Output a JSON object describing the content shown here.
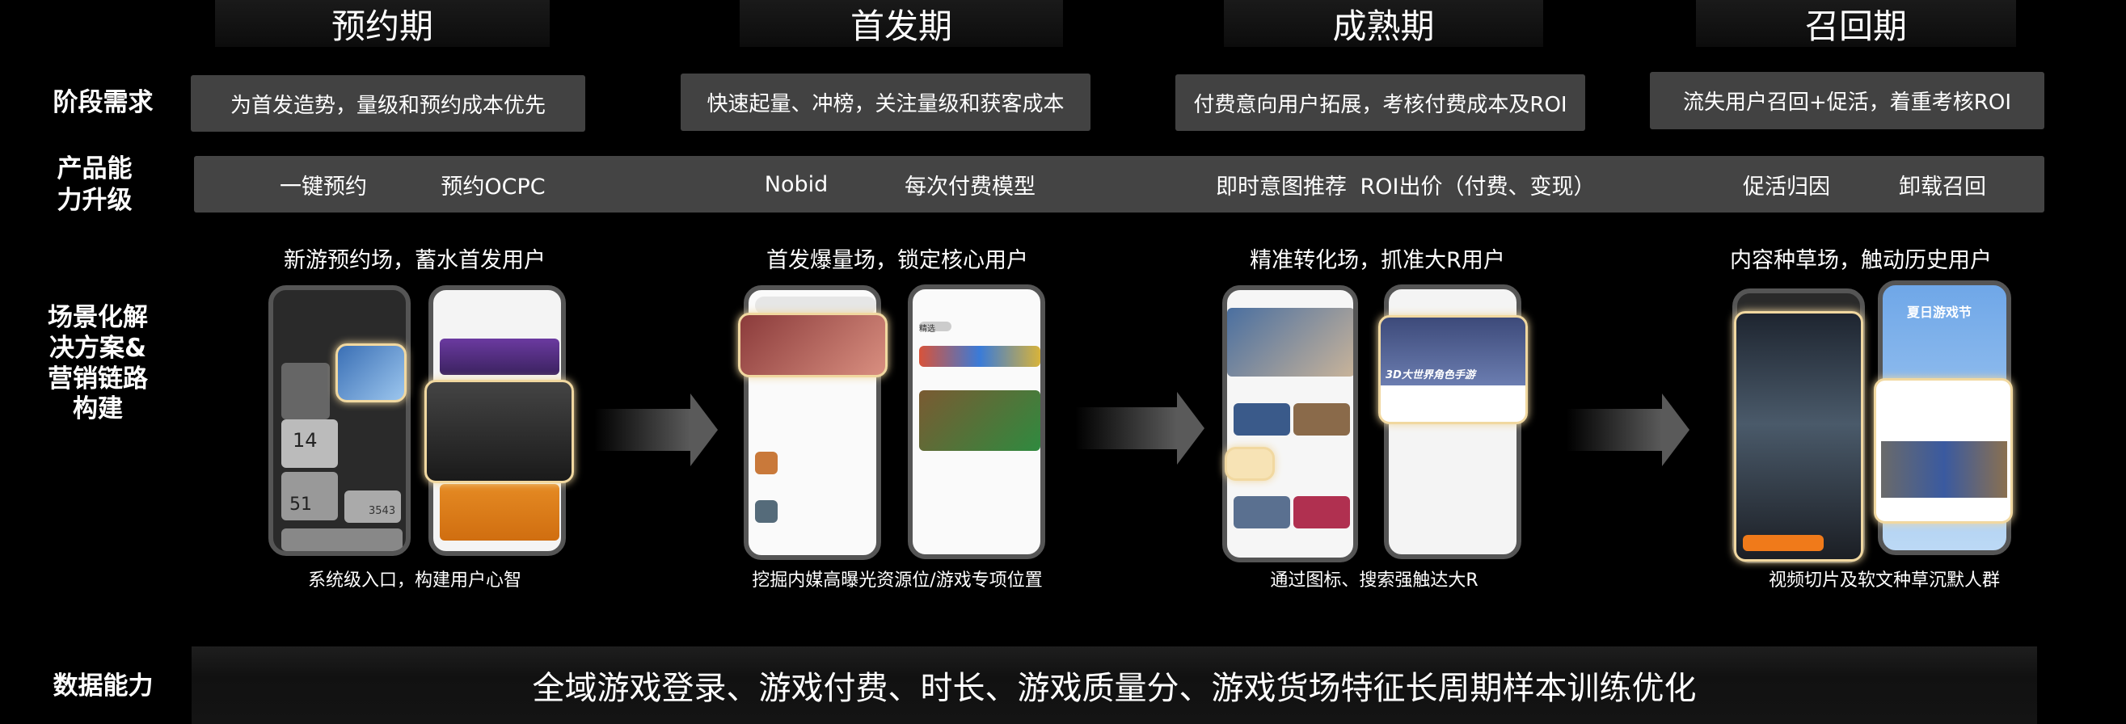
{
  "stages": [
    "预约期",
    "首发期",
    "成熟期",
    "召回期"
  ],
  "row_labels": {
    "demand": "阶段需求",
    "product": "产品能力升级",
    "scene": "场景化解决方案&营销链路构建",
    "data": "数据能力"
  },
  "demands": [
    "为首发造势，量级和预约成本优先",
    "快速起量、冲榜，关注量级和获客成本",
    "付费意向用户拓展，考核付费成本及ROI",
    "流失用户召回+促活，着重考核ROI"
  ],
  "product_items": [
    "一键预约",
    "预约OCPC",
    "Nobid",
    "每次付费模型",
    "即时意图推荐",
    "ROI出价（付费、变现）",
    "促活归因",
    "卸载召回"
  ],
  "scenes": [
    {
      "title": "新游预约场，蓄水首发用户",
      "caption": "系统级入口，构建用户心智",
      "phone_texts": [
        "14",
        "51",
        "3543"
      ]
    },
    {
      "title": "首发爆量场，锁定核心用户",
      "caption": "挖掘内媒高曝光资源位/游戏专项位置",
      "phone_texts": [
        "精选"
      ]
    },
    {
      "title": "精准转化场，抓准大R用户",
      "caption": "通过图标、搜索强触达大R",
      "phone_texts": [
        "3D大世界角色手游"
      ]
    },
    {
      "title": "内容种草场，触动历史用户",
      "caption": "视频切片及软文种草沉默人群",
      "phone_texts": [
        "夏日游戏节"
      ]
    }
  ],
  "data_capability": "全域游戏登录、游戏付费、时长、游戏质量分、游戏货场特征长周期样本训练优化",
  "colors": {
    "background": "#000000",
    "box": "#424242",
    "highlight": "#f1d8a0"
  }
}
